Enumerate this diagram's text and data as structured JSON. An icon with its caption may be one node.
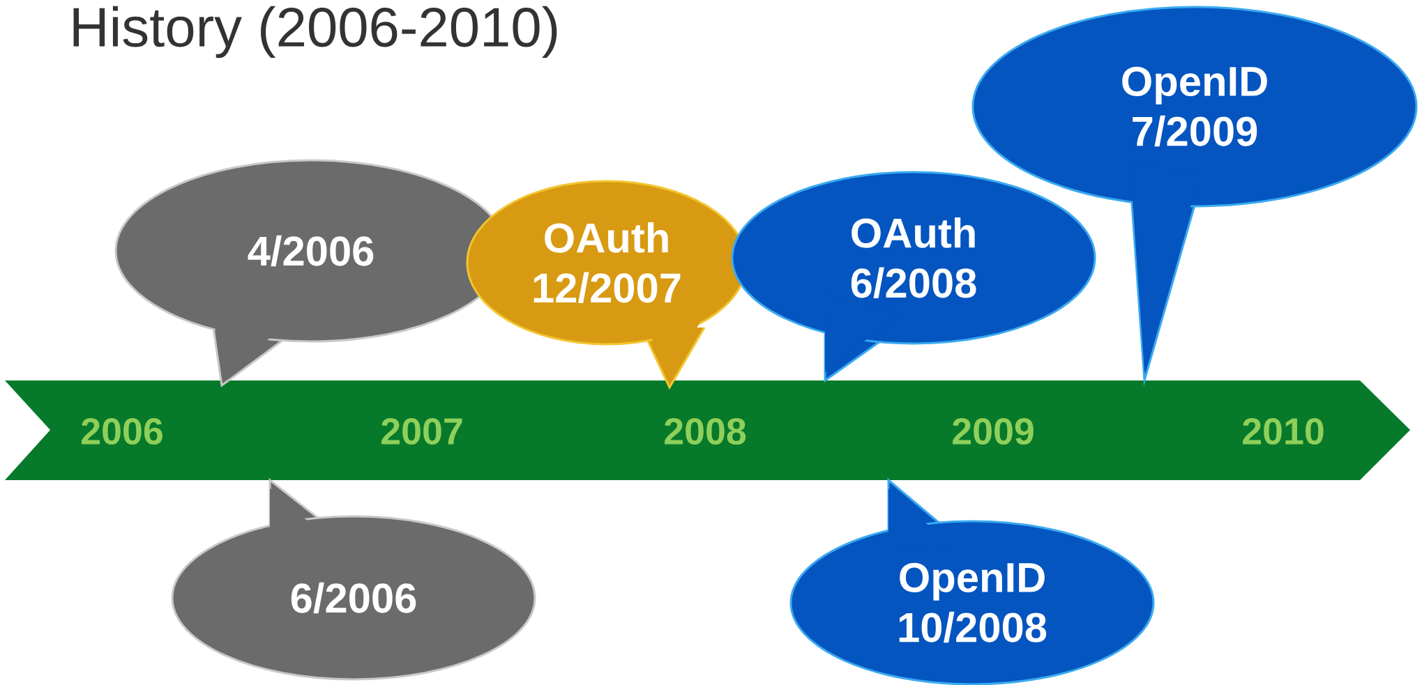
{
  "diagram": {
    "title": "History (2006-2010)",
    "nodes": [
      {
        "text": [
          "4/2006"
        ]
      },
      {
        "text": [
          "6/2006"
        ]
      },
      {
        "text": [
          "OAuth",
          "12/2007"
        ]
      },
      {
        "text": [
          "OAuth",
          "6/2008"
        ]
      },
      {
        "text": [
          "OpenID",
          "10/2008"
        ]
      },
      {
        "text": [
          "OpenID",
          "7/2009"
        ]
      }
    ],
    "labels": [
      "2006",
      "2007",
      "2008",
      "2009",
      "2010"
    ]
  }
}
